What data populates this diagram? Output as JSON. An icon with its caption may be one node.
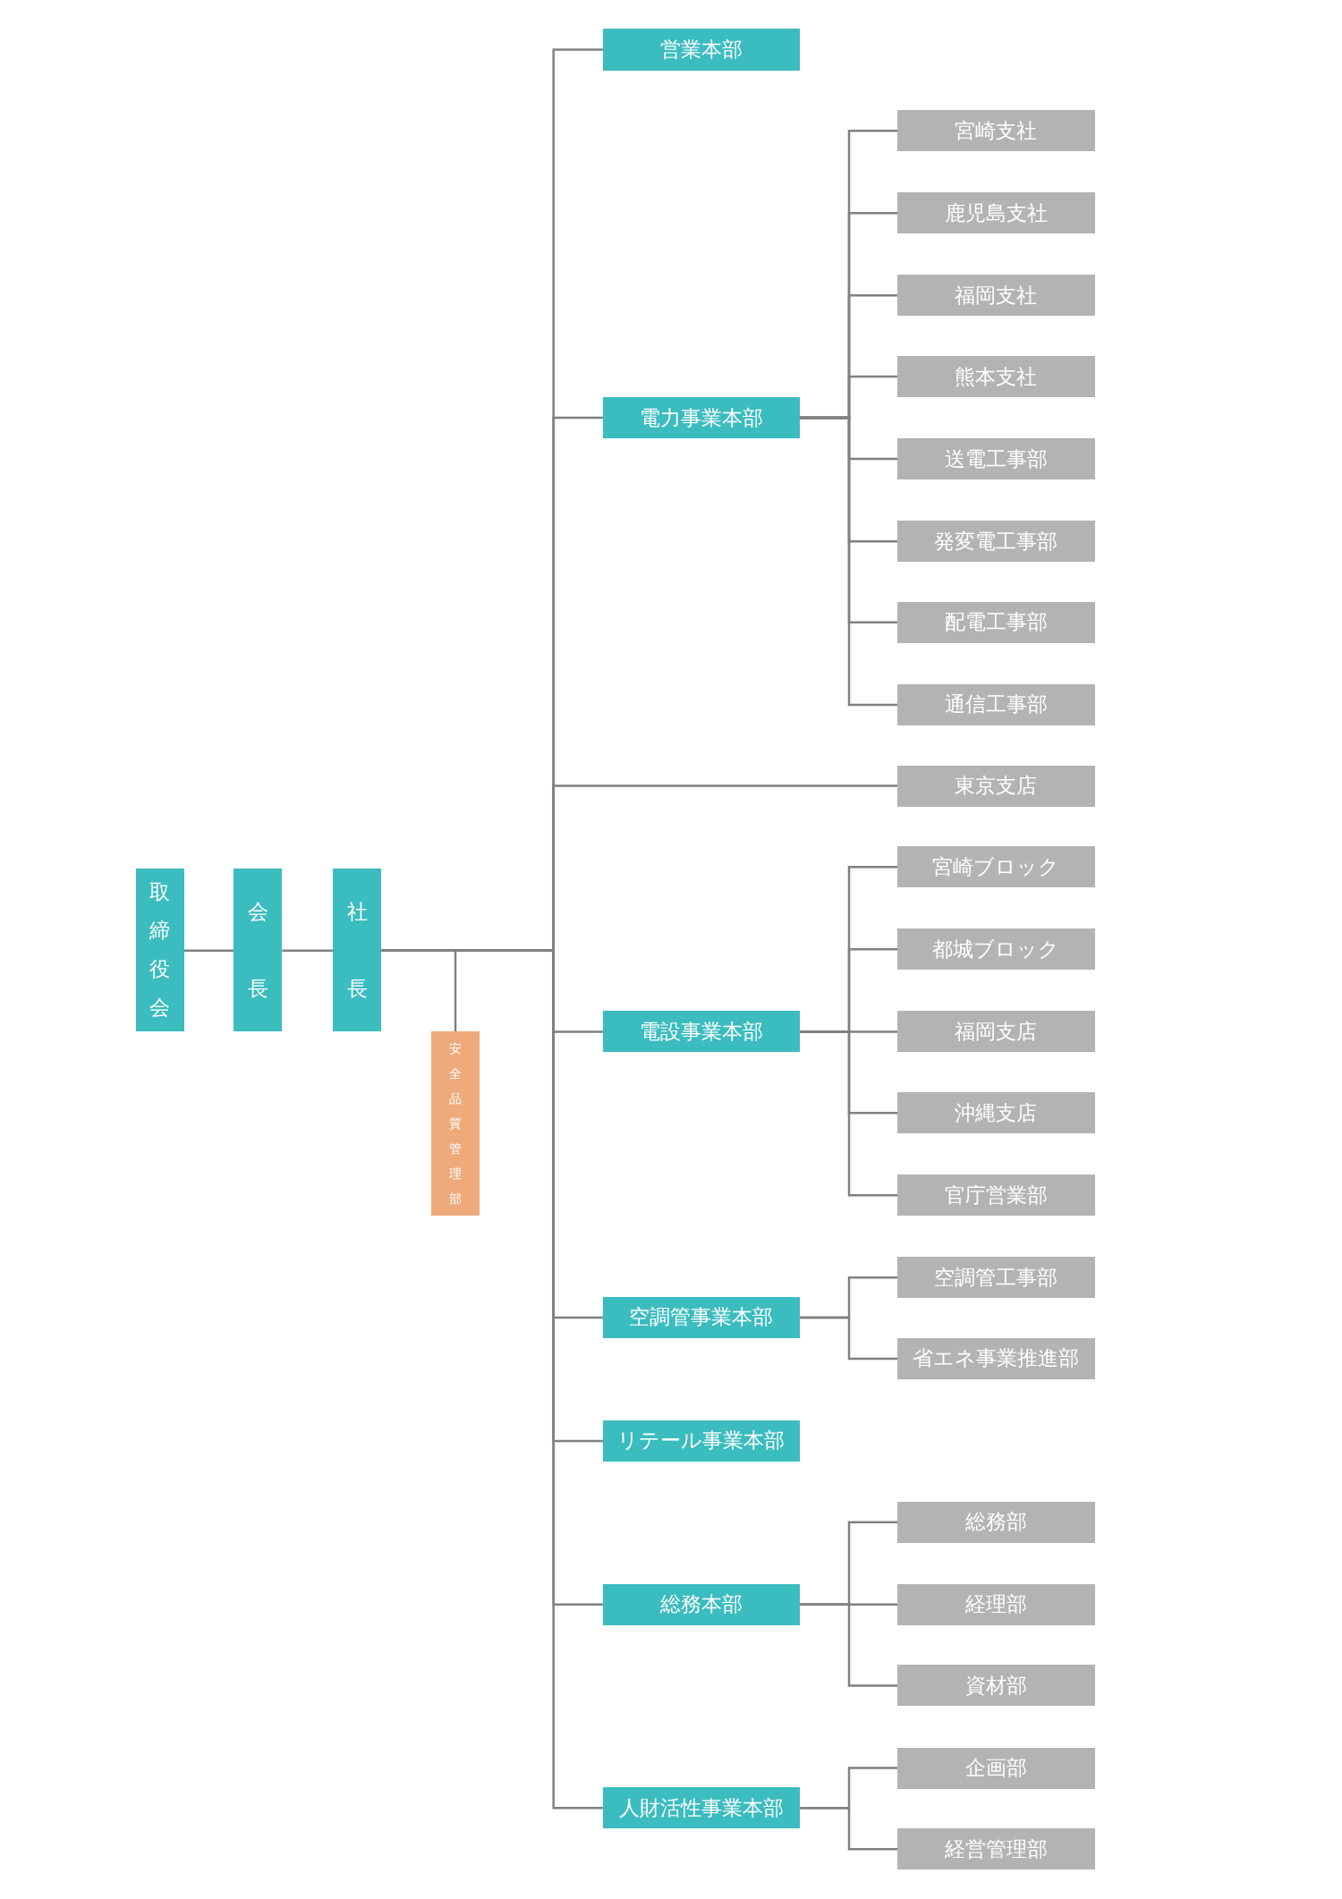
{
  "diagram": {
    "nodes": [
      {
        "text": [
          "取締役会"
        ]
      },
      {
        "text": [
          "会長"
        ]
      },
      {
        "text": [
          "社長"
        ]
      },
      {
        "text": [
          "安全品質管理部"
        ]
      },
      {
        "text": [
          "営業本部"
        ]
      },
      {
        "text": [
          "電力事業本部"
        ]
      },
      {
        "text": [
          "宮崎支社"
        ]
      },
      {
        "text": [
          "鹿児島支社"
        ]
      },
      {
        "text": [
          "福岡支社"
        ]
      },
      {
        "text": [
          "熊本支社"
        ]
      },
      {
        "text": [
          "送電工事部"
        ]
      },
      {
        "text": [
          "発変電工事部"
        ]
      },
      {
        "text": [
          "配電工事部"
        ]
      },
      {
        "text": [
          "通信工事部"
        ]
      },
      {
        "text": [
          "東京支店"
        ]
      },
      {
        "text": [
          "電設事業本部"
        ]
      },
      {
        "text": [
          "宮崎ブロック"
        ]
      },
      {
        "text": [
          "都城ブロック"
        ]
      },
      {
        "text": [
          "福岡支店"
        ]
      },
      {
        "text": [
          "沖縄支店"
        ]
      },
      {
        "text": [
          "官庁営業部"
        ]
      },
      {
        "text": [
          "空調管事業本部"
        ]
      },
      {
        "text": [
          "空調管工事部"
        ]
      },
      {
        "text": [
          "省エネ事業推進部"
        ]
      },
      {
        "text": [
          "リテール事業本部"
        ]
      },
      {
        "text": [
          "総務本部"
        ]
      },
      {
        "text": [
          "総務部"
        ]
      },
      {
        "text": [
          "経理部"
        ]
      },
      {
        "text": [
          "資材部"
        ]
      },
      {
        "text": [
          "人財活性事業本部"
        ]
      },
      {
        "text": [
          "企画部"
        ]
      },
      {
        "text": [
          "経営管理部"
        ]
      }
    ],
    "edges": [
      {
        "from": 0,
        "to": 1,
        "arrow": "none"
      },
      {
        "from": 1,
        "to": 2,
        "arrow": "none"
      },
      {
        "from": 2,
        "to": 3,
        "arrow": "none"
      },
      {
        "from": 2,
        "to": 4,
        "arrow": "none"
      },
      {
        "from": 2,
        "to": 5,
        "arrow": "none"
      },
      {
        "from": 5,
        "to": 6,
        "arrow": "none"
      },
      {
        "from": 5,
        "to": 7,
        "arrow": "none"
      },
      {
        "from": 5,
        "to": 8,
        "arrow": "none"
      },
      {
        "from": 5,
        "to": 9,
        "arrow": "none"
      },
      {
        "from": 5,
        "to": 10,
        "arrow": "none"
      },
      {
        "from": 5,
        "to": 11,
        "arrow": "none"
      },
      {
        "from": 5,
        "to": 12,
        "arrow": "none"
      },
      {
        "from": 5,
        "to": 13,
        "arrow": "none"
      },
      {
        "from": 2,
        "to": 14,
        "arrow": "none"
      },
      {
        "from": 2,
        "to": 15,
        "arrow": "none"
      },
      {
        "from": 15,
        "to": 16,
        "arrow": "none"
      },
      {
        "from": 15,
        "to": 17,
        "arrow": "none"
      },
      {
        "from": 15,
        "to": 18,
        "arrow": "none"
      },
      {
        "from": 15,
        "to": 19,
        "arrow": "none"
      },
      {
        "from": 15,
        "to": 20,
        "arrow": "none"
      },
      {
        "from": 2,
        "to": 21,
        "arrow": "none"
      },
      {
        "from": 21,
        "to": 22,
        "arrow": "none"
      },
      {
        "from": 21,
        "to": 23,
        "arrow": "none"
      },
      {
        "from": 2,
        "to": 24,
        "arrow": "none"
      },
      {
        "from": 2,
        "to": 25,
        "arrow": "none"
      },
      {
        "from": 25,
        "to": 26,
        "arrow": "none"
      },
      {
        "from": 25,
        "to": 27,
        "arrow": "none"
      },
      {
        "from": 25,
        "to": 28,
        "arrow": "none"
      },
      {
        "from": 2,
        "to": 29,
        "arrow": "none"
      },
      {
        "from": 29,
        "to": 30,
        "arrow": "none"
      },
      {
        "from": 29,
        "to": 31,
        "arrow": "none"
      }
    ]
  }
}
